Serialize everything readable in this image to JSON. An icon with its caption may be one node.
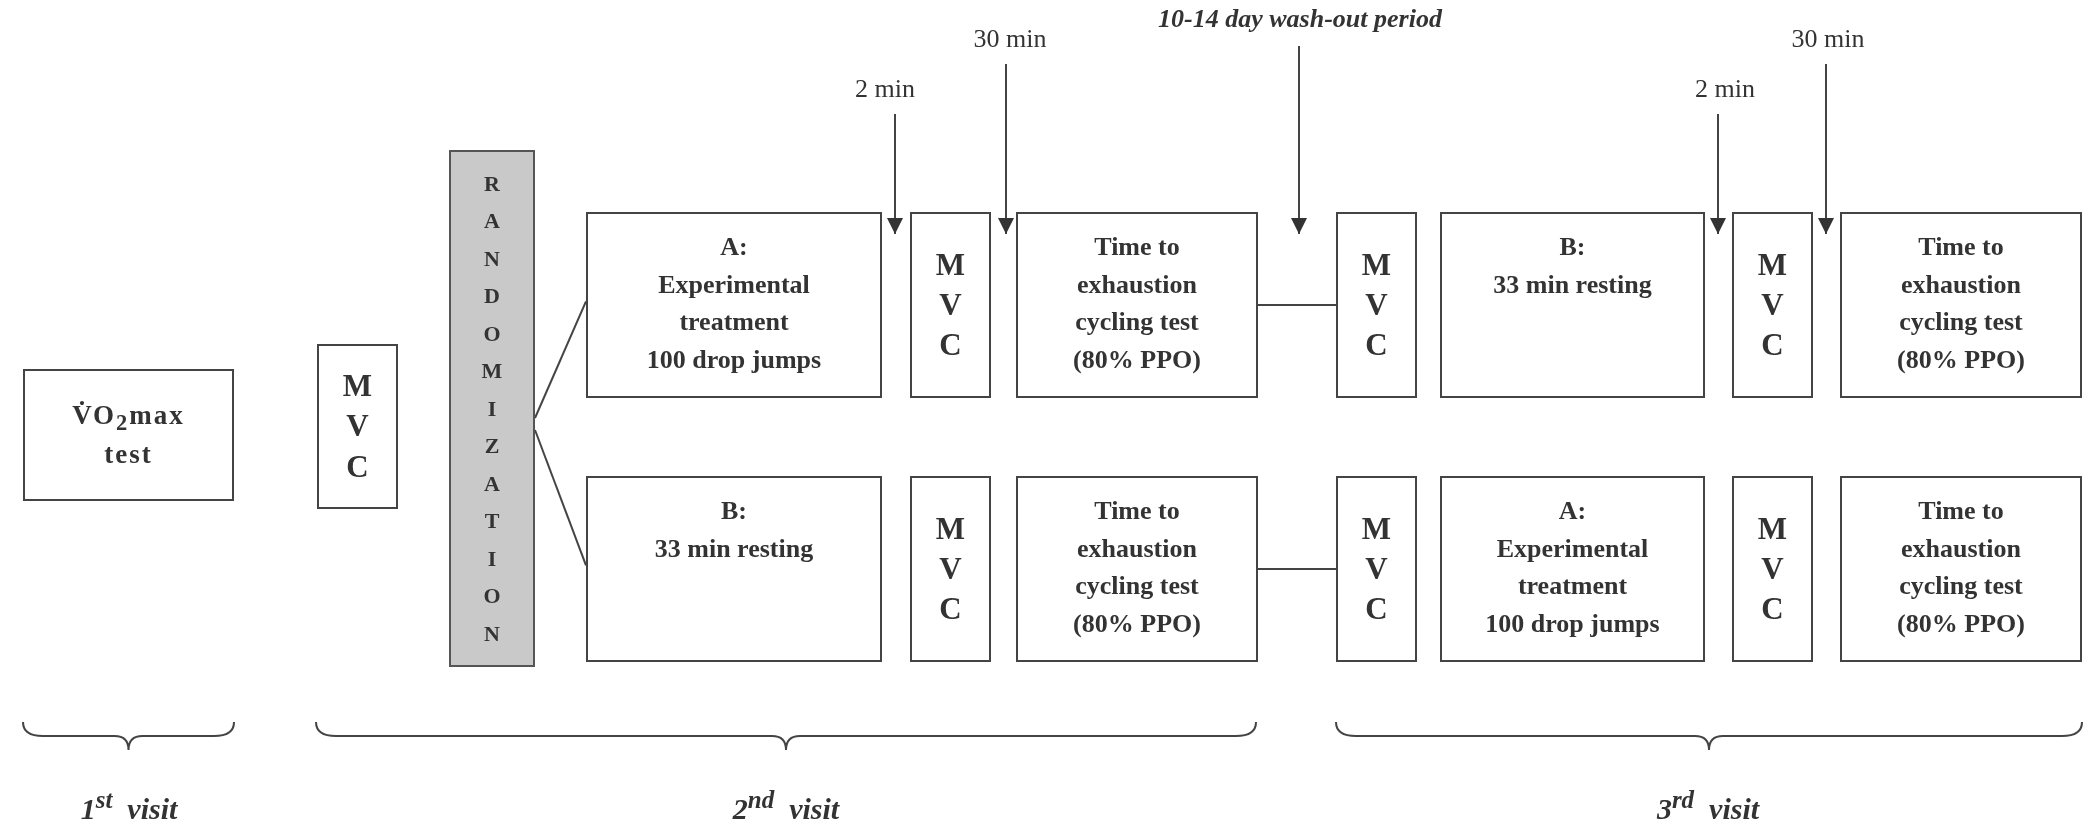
{
  "diagram": {
    "nodes": [
      {
        "text": [
          "V̇O$_{2}$max test"
        ]
      },
      {
        "text": [
          "MVC"
        ]
      },
      {
        "text": [
          "RANDOMIZATION"
        ]
      },
      {
        "text": [
          "2 min"
        ]
      },
      {
        "text": [
          "30 min"
        ]
      },
      {
        "text": [
          "10-14 day wash-out period"
        ]
      },
      {
        "text": [
          "2 min"
        ]
      },
      {
        "text": [
          "30 min"
        ]
      },
      {
        "text": [
          "A:",
          "Experimental treatment",
          "100 drop jumps"
        ]
      },
      {
        "text": [
          "MVC"
        ]
      },
      {
        "text": [
          "Time to exhaustion cycling test (80% PPO)"
        ]
      },
      {
        "text": [
          "MVC"
        ]
      },
      {
        "text": [
          "B:",
          "33 min resting"
        ]
      },
      {
        "text": [
          "MVC"
        ]
      },
      {
        "text": [
          "Time to exhaustion cycling test (80% PPO)"
        ]
      },
      {
        "text": [
          "B:",
          "33 min resting"
        ]
      },
      {
        "text": [
          "MVC"
        ]
      },
      {
        "text": [
          "Time to exhaustion cycling test (80% PPO)"
        ]
      },
      {
        "text": [
          "MVC"
        ]
      },
      {
        "text": [
          "A:",
          "Experimental treatment",
          "100 drop jumps"
        ]
      },
      {
        "text": [
          "MVC"
        ]
      },
      {
        "text": [
          "Time to exhaustion cycling test (80% PPO)"
        ]
      }
    ],
    "edges": [
      {
        "from": 2,
        "to": 8,
        "arrow": "none"
      },
      {
        "from": 2,
        "to": 15,
        "arrow": "none"
      },
      {
        "from": 10,
        "to": 11,
        "arrow": "none"
      },
      {
        "from": 17,
        "to": 18,
        "arrow": "none"
      },
      {
        "from": 3,
        "to": 9,
        "arrow": "to"
      },
      {
        "from": 4,
        "to": 9,
        "arrow": "to"
      },
      {
        "from": 5,
        "to": 11,
        "arrow": "to"
      },
      {
        "from": 6,
        "to": 13,
        "arrow": "to"
      },
      {
        "from": 7,
        "to": 13,
        "arrow": "to"
      }
    ],
    "labels": [
      "1$^{st}$  visit",
      "2$^{nd}$  visit",
      "3$^{rd}$  visit"
    ]
  }
}
